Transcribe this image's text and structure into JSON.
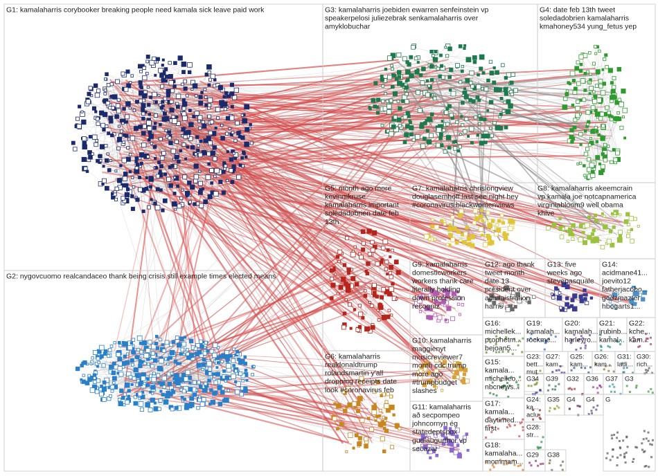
{
  "groups": [
    {
      "id": "G1",
      "lines": [
        "G1: kamalaharris corybooker breaking people need kamala sick leave paid work"
      ],
      "color": "#1b2a6b"
    },
    {
      "id": "G2",
      "lines": [
        "G2: nygovcuomo realcandaceo thank being crisis still example times elected means"
      ],
      "color": "#2a7fc9"
    },
    {
      "id": "G3",
      "lines": [
        "G3: kamalaharris joebiden ewarren senfeinstein vp",
        "speakerpelosi juliezebrak senkamalaharris over",
        "amyklobuchar"
      ],
      "color": "#1e7a4e"
    },
    {
      "id": "G4",
      "lines": [
        "G4: date feb 13th tweet",
        "soledadobrien kamalaharris",
        "kmahoney534 yung_fetus yep"
      ],
      "color": "#2f9a2f"
    },
    {
      "id": "G5",
      "lines": [
        "G5: month ago more",
        "kevinmkruse",
        "kamalaharris important",
        "soledadobrien date feb",
        "13th"
      ],
      "color": "#b3261e"
    },
    {
      "id": "G6",
      "lines": [
        "G6: kamalaharris",
        "realdonaldtrump",
        "rolandsmartin y'all",
        "dropping receipts date",
        "look #coronavirus feb"
      ],
      "color": "#c7871e"
    },
    {
      "id": "G7",
      "lines": [
        "G7: kamalaharris chrislongview",
        "douglasemhoff last see night hey",
        "#coronavirus blackwomenviews"
      ],
      "color": "#e0c53a"
    },
    {
      "id": "G8",
      "lines": [
        "G8: kamalaharris akeemcrain",
        "vp kamala joe notcapnamerica",
        "virginiabloom9 well obama",
        "khive"
      ],
      "color": "#9ac23c"
    },
    {
      "id": "G9",
      "lines": [
        "G9: kamalaharris",
        "domesticworkers",
        "workers thank care",
        "literally holding",
        "down profession",
        "recogniz"
      ],
      "color": "#b05bb0"
    },
    {
      "id": "G10",
      "lines": [
        "G10: kamalaharris",
        "maggienyt",
        "musicreviewer7",
        "month cdc trump",
        "more ago",
        "#trumpbudget",
        "slashes"
      ],
      "color": "#d9a13a"
    },
    {
      "id": "G11",
      "lines": [
        "G11: kamalaharris",
        "að secpompeo",
        "johncornyn ég",
        "statedeptspox",
        "gudlaugurthor vp",
        "secazar"
      ],
      "color": "#8a6ad0"
    },
    {
      "id": "G12",
      "lines": [
        "G12: ago thank",
        "tweet month",
        "date 13",
        "president over",
        "administration",
        "harris"
      ],
      "color": "#6b6b6b"
    },
    {
      "id": "G13",
      "lines": [
        "G13: five",
        "weeks ago",
        "stevepasquale"
      ],
      "color": "#3a3a8f"
    },
    {
      "id": "G14",
      "lines": [
        "G14:",
        "acidmane41...",
        "joevito12",
        "fatherjacobo...",
        "godzmazter",
        "hbogarts1..."
      ],
      "color": "#4a90c9"
    },
    {
      "id": "G15",
      "lines": [
        "G15:",
        "kamala...",
        "michelleo...",
        "nbcnews..."
      ],
      "color": "#2a7f3a"
    },
    {
      "id": "G16",
      "lines": [
        "G16:",
        "michellek...",
        "prophetm...",
        "bejoan5..."
      ],
      "color": "#5b8f2a"
    },
    {
      "id": "G17",
      "lines": [
        "G17:",
        "kamala...",
        "daytimed...",
        "first"
      ],
      "color": "#c04b4b"
    },
    {
      "id": "G18",
      "lines": [
        "G18:",
        "kamalaha...",
        "mommam..."
      ],
      "color": "#d07a2a"
    },
    {
      "id": "G19",
      "lines": [
        "G19:",
        "kamalah...",
        "rockme..."
      ],
      "color": "#3a6fb0"
    },
    {
      "id": "G20",
      "lines": [
        "G20:",
        "kamalah...",
        "harleyro..."
      ],
      "color": "#6a3aa0"
    },
    {
      "id": "G21",
      "lines": [
        "G21:",
        "jrubinb...",
        "kamal..."
      ],
      "color": "#2a8f8f"
    },
    {
      "id": "G22",
      "lines": [
        "G22:",
        "kche...",
        "kam..."
      ],
      "color": "#a03a6a"
    },
    {
      "id": "G23",
      "lines": [
        "G23:",
        "bett...",
        "mut..."
      ],
      "color": "#6a8f2a"
    },
    {
      "id": "G24",
      "lines": [
        "G24:",
        "ka...",
        "aclu"
      ],
      "color": "#8f2a2a"
    },
    {
      "id": "G25",
      "lines": [
        "G25:",
        "kam..."
      ],
      "color": "#2a4f8f"
    },
    {
      "id": "G26",
      "lines": [
        "G26:",
        "kam..."
      ],
      "color": "#8f6a2a"
    },
    {
      "id": "G27",
      "lines": [
        "G27:",
        "kam..."
      ],
      "color": "#4a2a8f"
    },
    {
      "id": "G28",
      "lines": [
        "G28:",
        "str..."
      ],
      "color": "#2a8f4a"
    },
    {
      "id": "G29",
      "lines": [
        "G29"
      ],
      "color": "#8f2a6a"
    },
    {
      "id": "G30",
      "lines": [
        "G30:",
        "rich..."
      ],
      "color": "#5a5a5a"
    },
    {
      "id": "G31",
      "lines": [
        "G31:",
        "ladi..."
      ],
      "color": "#3a7a9a"
    },
    {
      "id": "G32",
      "lines": [
        "G32"
      ],
      "color": "#9a3a3a"
    },
    {
      "id": "G33",
      "lines": [
        "G3"
      ],
      "color": "#3a9a3a"
    },
    {
      "id": "G34",
      "lines": [
        "G34"
      ],
      "color": "#3a3a9a"
    },
    {
      "id": "G35",
      "lines": [
        "G35"
      ],
      "color": "#9a9a3a"
    },
    {
      "id": "G36",
      "lines": [
        "G36"
      ],
      "color": "#9a3a9a"
    },
    {
      "id": "G37",
      "lines": [
        "G37"
      ],
      "color": "#3a9a9a"
    },
    {
      "id": "G38",
      "lines": [
        "G38"
      ],
      "color": "#6a6a3a"
    },
    {
      "id": "G39",
      "lines": [
        "G39"
      ],
      "color": "#3a6a6a"
    },
    {
      "id": "G4x",
      "lines": [
        "G4"
      ],
      "color": "#6a3a6a"
    },
    {
      "id": "G4y",
      "lines": [
        "G4"
      ],
      "color": "#4a4a7a"
    },
    {
      "id": "Gsmall",
      "lines": [
        "G"
      ],
      "color": "#555555"
    }
  ]
}
